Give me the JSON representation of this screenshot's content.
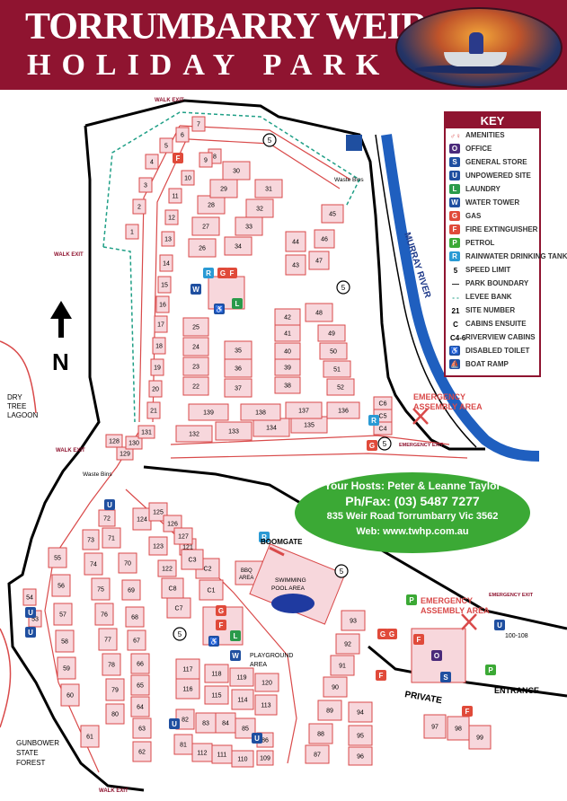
{
  "header": {
    "title_line1": "TORRUMBARRY WEIR",
    "title_line2": "HOLIDAY PARK",
    "logo_icon": "fishing-boat-logo"
  },
  "colors": {
    "brand_maroon": "#8f1430",
    "site_fill": "#f7d7dc",
    "site_stroke": "#d94a4a",
    "boundary": "#000000",
    "levee": "#1f9f86",
    "river": "#1f5fbf",
    "hosts_green": "#3ba935"
  },
  "labels": {
    "murray_river": "MURRAY RIVER",
    "dry_tree_lagoon": [
      "DRY",
      "TREE",
      "LAGOON"
    ],
    "gunbower": [
      "GUNBOWER",
      "STATE",
      "FOREST"
    ],
    "north": "N",
    "walk_exit": "WALK EXIT",
    "waste_bins": "Waste Bins",
    "emergency_exit": "EMERGENCY EXIT",
    "emergency_assembly": [
      "EMERGENCY",
      "ASSEMBLY AREA"
    ],
    "boomgate": "BOOMGATE",
    "bbq": [
      "BBQ",
      "AREA"
    ],
    "pool": [
      "SWIMMING",
      "POOL AREA"
    ],
    "playground": [
      "PLAYGROUND",
      "AREA"
    ],
    "private": "PRIVATE",
    "entrance": "ENTRANCE",
    "riverview_range": "100-108"
  },
  "key": {
    "title": "KEY",
    "items": [
      {
        "sym": "♂♀",
        "label": "AMENITIES",
        "color": "#ffffff",
        "text": "#d94a4a",
        "icon": "amenities-icon"
      },
      {
        "sym": "O",
        "label": "OFFICE",
        "color": "#4a2a7a",
        "text": "#ffffff",
        "icon": "office-icon"
      },
      {
        "sym": "S",
        "label": "GENERAL STORE",
        "color": "#1f4fa0",
        "text": "#ffffff",
        "icon": "store-icon"
      },
      {
        "sym": "U",
        "label": "UNPOWERED SITE",
        "color": "#1f4fa0",
        "text": "#ffffff",
        "icon": "unpowered-site-icon"
      },
      {
        "sym": "L",
        "label": "LAUNDRY",
        "color": "#2a9a4a",
        "text": "#ffffff",
        "icon": "laundry-icon"
      },
      {
        "sym": "W",
        "label": "WATER TOWER",
        "color": "#1f4fa0",
        "text": "#ffffff",
        "icon": "water-tower-icon"
      },
      {
        "sym": "G",
        "label": "GAS",
        "color": "#e04a3a",
        "text": "#ffffff",
        "icon": "gas-icon"
      },
      {
        "sym": "F",
        "label": "FIRE EXTINGUISHER",
        "color": "#e04a3a",
        "text": "#ffffff",
        "icon": "fire-extinguisher-icon"
      },
      {
        "sym": "P",
        "label": "PETROL",
        "color": "#3ba935",
        "text": "#ffffff",
        "icon": "petrol-icon"
      },
      {
        "sym": "R",
        "label": "RAINWATER DRINKING TANKS",
        "color": "#2a9ad4",
        "text": "#ffffff",
        "icon": "rainwater-tank-icon"
      },
      {
        "sym": "5",
        "label": "SPEED LIMIT",
        "color": "#ffffff",
        "text": "#000000",
        "icon": "speed-limit-icon"
      },
      {
        "sym": "—",
        "label": "PARK BOUNDARY",
        "color": "#ffffff",
        "text": "#000000",
        "icon": "park-boundary-icon"
      },
      {
        "sym": "- -",
        "label": "LEVEE BANK",
        "color": "#ffffff",
        "text": "#1f9f86",
        "icon": "levee-bank-icon"
      },
      {
        "sym": "21",
        "label": "SITE NUMBER",
        "color": "#ffffff",
        "text": "#000000",
        "icon": "site-number-icon"
      },
      {
        "sym": "C",
        "label": "CABINS ENSUITE",
        "color": "#ffffff",
        "text": "#000000",
        "icon": "cabin-icon"
      },
      {
        "sym": "C4-6",
        "label": "RIVERVIEW CABINS",
        "color": "#ffffff",
        "text": "#000000",
        "icon": "riverview-cabin-icon"
      },
      {
        "sym": "♿",
        "label": "DISABLED TOILET",
        "color": "#1f4fa0",
        "text": "#ffffff",
        "icon": "disabled-toilet-icon"
      },
      {
        "sym": "⛵",
        "label": "BOAT RAMP",
        "color": "#1f4fa0",
        "text": "#ffffff",
        "icon": "boat-ramp-icon"
      }
    ]
  },
  "hosts": {
    "line1": "Your Hosts: Peter & Leanne Taylor",
    "phone": "Ph/Fax: (03) 5487 7277",
    "address": "835 Weir Road Torrumbarry Vic 3562",
    "web": "Web: www.twhp.com.au"
  },
  "sites": [
    {
      "label": "1"
    },
    {
      "label": "2"
    },
    {
      "label": "3"
    },
    {
      "label": "4"
    },
    {
      "label": "5"
    },
    {
      "label": "6"
    },
    {
      "label": "7"
    },
    {
      "label": "8"
    },
    {
      "label": "9"
    },
    {
      "label": "10"
    },
    {
      "label": "11"
    },
    {
      "label": "12"
    },
    {
      "label": "13"
    },
    {
      "label": "14"
    },
    {
      "label": "15"
    },
    {
      "label": "16"
    },
    {
      "label": "17"
    },
    {
      "label": "18"
    },
    {
      "label": "19"
    },
    {
      "label": "20"
    },
    {
      "label": "21"
    },
    {
      "label": "22"
    },
    {
      "label": "23"
    },
    {
      "label": "24"
    },
    {
      "label": "25"
    },
    {
      "label": "26"
    },
    {
      "label": "27"
    },
    {
      "label": "28"
    },
    {
      "label": "29"
    },
    {
      "label": "30"
    },
    {
      "label": "31"
    },
    {
      "label": "32"
    },
    {
      "label": "33"
    },
    {
      "label": "34"
    },
    {
      "label": "35"
    },
    {
      "label": "36"
    },
    {
      "label": "37"
    },
    {
      "label": "38"
    },
    {
      "label": "39"
    },
    {
      "label": "40"
    },
    {
      "label": "41"
    },
    {
      "label": "42"
    },
    {
      "label": "43"
    },
    {
      "label": "44"
    },
    {
      "label": "45"
    },
    {
      "label": "46"
    },
    {
      "label": "47"
    },
    {
      "label": "48"
    },
    {
      "label": "49"
    },
    {
      "label": "50"
    },
    {
      "label": "51"
    },
    {
      "label": "52"
    },
    {
      "label": "53"
    },
    {
      "label": "54"
    },
    {
      "label": "55"
    },
    {
      "label": "56"
    },
    {
      "label": "57"
    },
    {
      "label": "58"
    },
    {
      "label": "59"
    },
    {
      "label": "60"
    },
    {
      "label": "61"
    },
    {
      "label": "62"
    },
    {
      "label": "63"
    },
    {
      "label": "64"
    },
    {
      "label": "65"
    },
    {
      "label": "66"
    },
    {
      "label": "67"
    },
    {
      "label": "68"
    },
    {
      "label": "69"
    },
    {
      "label": "70"
    },
    {
      "label": "71"
    },
    {
      "label": "72"
    },
    {
      "label": "73"
    },
    {
      "label": "74"
    },
    {
      "label": "75"
    },
    {
      "label": "76"
    },
    {
      "label": "77"
    },
    {
      "label": "78"
    },
    {
      "label": "79"
    },
    {
      "label": "80"
    },
    {
      "label": "81"
    },
    {
      "label": "82"
    },
    {
      "label": "83"
    },
    {
      "label": "84"
    },
    {
      "label": "85"
    },
    {
      "label": "86"
    },
    {
      "label": "87"
    },
    {
      "label": "88"
    },
    {
      "label": "89"
    },
    {
      "label": "90"
    },
    {
      "label": "91"
    },
    {
      "label": "92"
    },
    {
      "label": "93"
    },
    {
      "label": "94"
    },
    {
      "label": "95"
    },
    {
      "label": "96"
    },
    {
      "label": "97"
    },
    {
      "label": "98"
    },
    {
      "label": "99"
    },
    {
      "label": "109"
    },
    {
      "label": "110"
    },
    {
      "label": "111"
    },
    {
      "label": "112"
    },
    {
      "label": "113"
    },
    {
      "label": "114"
    },
    {
      "label": "115"
    },
    {
      "label": "116"
    },
    {
      "label": "117"
    },
    {
      "label": "118"
    },
    {
      "label": "119"
    },
    {
      "label": "120"
    },
    {
      "label": "121"
    },
    {
      "label": "122"
    },
    {
      "label": "123"
    },
    {
      "label": "124"
    },
    {
      "label": "125"
    },
    {
      "label": "126"
    },
    {
      "label": "127"
    },
    {
      "label": "128"
    },
    {
      "label": "129"
    },
    {
      "label": "130"
    },
    {
      "label": "131"
    },
    {
      "label": "132"
    },
    {
      "label": "133"
    },
    {
      "label": "134"
    },
    {
      "label": "135"
    },
    {
      "label": "136"
    },
    {
      "label": "137"
    },
    {
      "label": "138"
    },
    {
      "label": "139"
    },
    {
      "label": "C1"
    },
    {
      "label": "C2"
    },
    {
      "label": "C3"
    },
    {
      "label": "C4"
    },
    {
      "label": "C5"
    },
    {
      "label": "C6"
    },
    {
      "label": "C7"
    },
    {
      "label": "C8"
    }
  ]
}
